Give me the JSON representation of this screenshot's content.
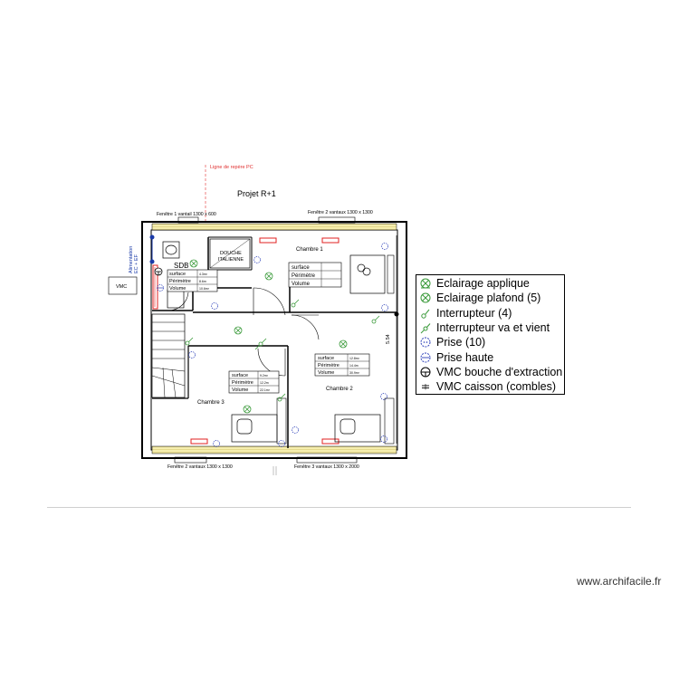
{
  "header": {
    "title": "Projet R+1",
    "reference_line": "Ligne de repère PC"
  },
  "windows": {
    "top_left": "Fenêtre 1 vantail 1300 x 600",
    "top_right": "Fenêtre 2 vantaux 1300 x 1300",
    "bottom_left": "Fenêtre 2 vantaux 1300 x 1300",
    "bottom_right": "Fenêtre 3 vantaux 1300 x 2000"
  },
  "side": {
    "supply_line1": "Alimentation",
    "supply_line2": "EC + EF",
    "vmc_box": "VMC",
    "dimension": "5.54"
  },
  "rooms": {
    "sdb": "SDB",
    "shower_line1": "DOUCHE",
    "shower_line2": "ITALIENNE",
    "chambre1": "Chambre 1",
    "chambre2": "Chambre 2",
    "chambre3": "Chambre 3"
  },
  "tables": {
    "sdb": {
      "r1": [
        "surface",
        "4.3m²"
      ],
      "r2": [
        "Périmètre",
        "8.6m"
      ],
      "r3": [
        "Volume",
        "10.6m³"
      ]
    },
    "chambre1": {
      "r1": [
        "surface",
        ""
      ],
      "r2": [
        "Périmètre",
        ""
      ],
      "r3": [
        "Volume",
        ""
      ]
    },
    "chambre2": {
      "r1": [
        "surface",
        "12.8m²"
      ],
      "r2": [
        "Périmètre",
        "14.4m"
      ],
      "r3": [
        "Volume",
        "30.9m³"
      ]
    },
    "chambre3": {
      "r1": [
        "surface",
        "9.2m²"
      ],
      "r2": [
        "Périmètre",
        "12.2m"
      ],
      "r3": [
        "Volume",
        "22.1m³"
      ]
    }
  },
  "legend": [
    {
      "icon": "wall-light-icon",
      "label": "Eclairage applique"
    },
    {
      "icon": "ceiling-light-icon",
      "label": "Eclairage plafond (5)"
    },
    {
      "icon": "switch-icon",
      "label": "Interrupteur (4)"
    },
    {
      "icon": "two-way-switch-icon",
      "label": "Interrupteur va et vient"
    },
    {
      "icon": "outlet-icon",
      "label": "Prise (10)"
    },
    {
      "icon": "high-outlet-icon",
      "label": "Prise haute"
    },
    {
      "icon": "vmc-extraction-icon",
      "label": "VMC bouche d'extraction"
    },
    {
      "icon": "vmc-box-icon",
      "label": "VMC caisson (combles)"
    }
  ],
  "colors": {
    "wall": "#000000",
    "window_fill": "#f6eeae",
    "radiator": "#e02020",
    "ceiling_light": "#3a9a3a",
    "outlet": "#2b3fb8",
    "reference_line": "#e03030"
  },
  "footer": {
    "watermark": "www.archifacile.fr"
  }
}
